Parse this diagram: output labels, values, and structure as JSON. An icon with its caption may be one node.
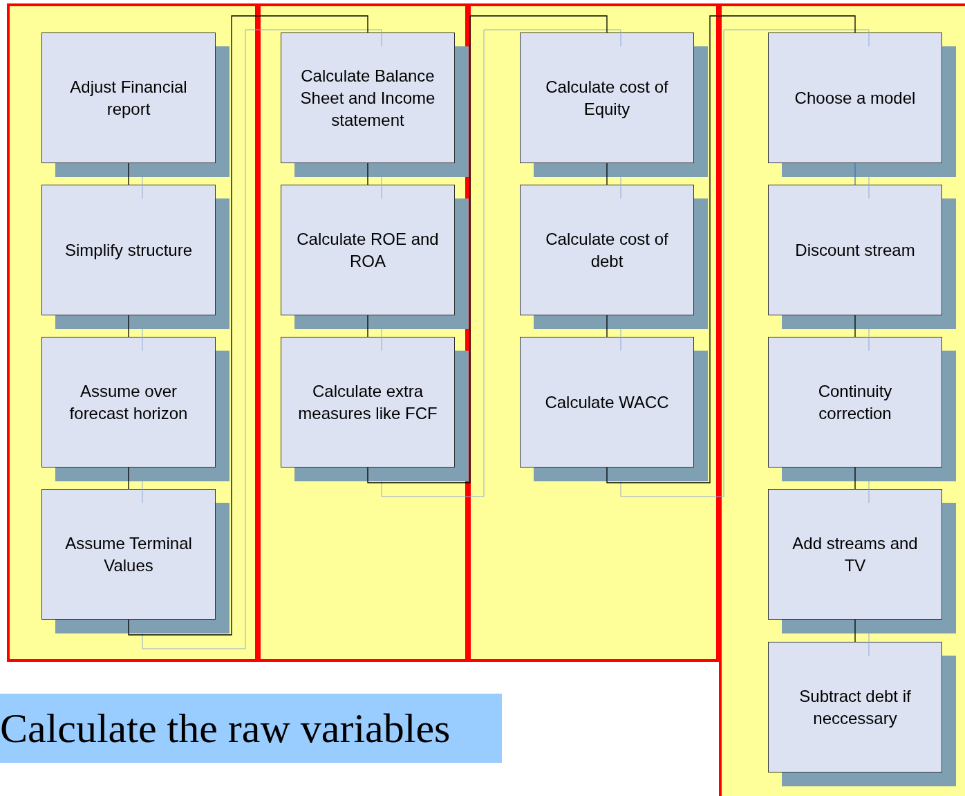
{
  "diagram": {
    "title": "Calculate the raw variables",
    "nodes": [
      {
        "text": [],
        "shape": "box"
      },
      {
        "text": [
          "Adjust Financial report"
        ],
        "in": 0
      },
      {
        "text": [
          "Simplify structure"
        ],
        "in": 0
      },
      {
        "text": [
          "Assume over forecast horizon"
        ],
        "in": 0
      },
      {
        "text": [
          "Assume Terminal Values"
        ],
        "in": 0
      },
      {
        "text": [],
        "shape": "box"
      },
      {
        "text": [
          "Calculate Balance Sheet and Income statement"
        ],
        "in": 5
      },
      {
        "text": [
          "Calculate ROE and ROA"
        ],
        "in": 5
      },
      {
        "text": [
          "Calculate extra measures like FCF"
        ],
        "in": 5
      },
      {
        "text": [],
        "shape": "box"
      },
      {
        "text": [
          "Calculate cost of Equity"
        ],
        "in": 9
      },
      {
        "text": [
          "Calculate cost of debt"
        ],
        "in": 9
      },
      {
        "text": [
          "Calculate WACC"
        ],
        "in": 9
      },
      {
        "text": [],
        "shape": "box"
      },
      {
        "text": [
          "Choose a model"
        ],
        "in": 13
      },
      {
        "text": [
          "Discount stream"
        ],
        "in": 13
      },
      {
        "text": [
          "Continuity correction"
        ],
        "in": 13
      },
      {
        "text": [
          "Add streams and TV"
        ],
        "in": 13
      },
      {
        "text": [
          "Subtract debt if neccessary"
        ],
        "in": 13
      }
    ],
    "edges": [
      {
        "from": 1,
        "to": 2,
        "arrow": "none"
      },
      {
        "from": 2,
        "to": 3,
        "arrow": "none"
      },
      {
        "from": 3,
        "to": 4,
        "arrow": "none"
      },
      {
        "from": 4,
        "to": 6,
        "arrow": "none"
      },
      {
        "from": 6,
        "to": 7,
        "arrow": "none"
      },
      {
        "from": 7,
        "to": 8,
        "arrow": "none"
      },
      {
        "from": 8,
        "to": 10,
        "arrow": "none"
      },
      {
        "from": 10,
        "to": 11,
        "arrow": "none"
      },
      {
        "from": 11,
        "to": 12,
        "arrow": "none"
      },
      {
        "from": 12,
        "to": 14,
        "arrow": "none"
      },
      {
        "from": 14,
        "to": 15,
        "arrow": "none",
        "color": "#4472c4"
      },
      {
        "from": 15,
        "to": 16,
        "arrow": "none"
      },
      {
        "from": 16,
        "to": 17,
        "arrow": "none"
      },
      {
        "from": 17,
        "to": 18,
        "arrow": "none"
      }
    ]
  }
}
